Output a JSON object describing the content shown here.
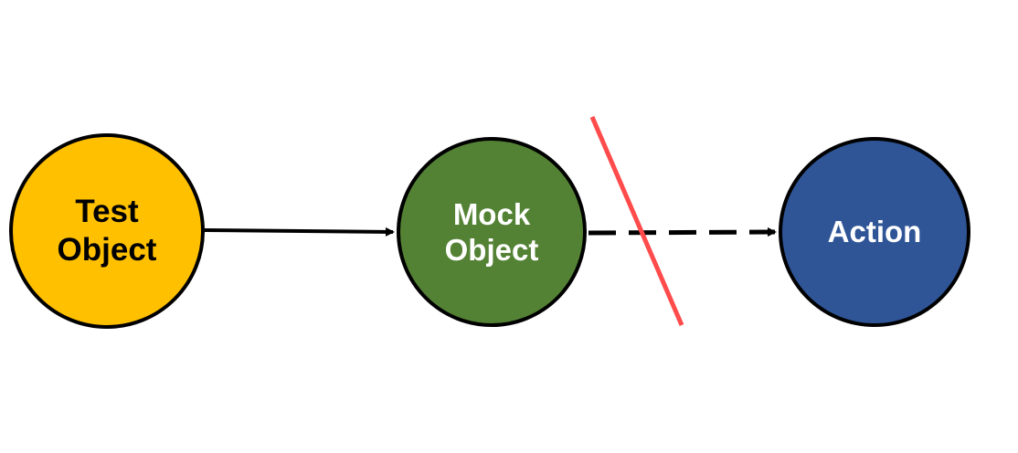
{
  "nodes": {
    "test_object": {
      "lines": [
        "Test",
        "Object"
      ],
      "color": "#FFC000"
    },
    "mock_object": {
      "lines": [
        "Mock",
        "Object"
      ],
      "color": "#548235"
    },
    "action": {
      "lines": [
        "Action"
      ],
      "color": "#2F5597"
    }
  },
  "edges": [
    {
      "from": "Test Object",
      "to": "Mock Object",
      "style": "solid"
    },
    {
      "from": "Mock Object",
      "to": "Action",
      "style": "dashed",
      "crossed_out": true
    }
  ],
  "colors": {
    "outline": "#000000",
    "strike": "#FF4B4B"
  }
}
